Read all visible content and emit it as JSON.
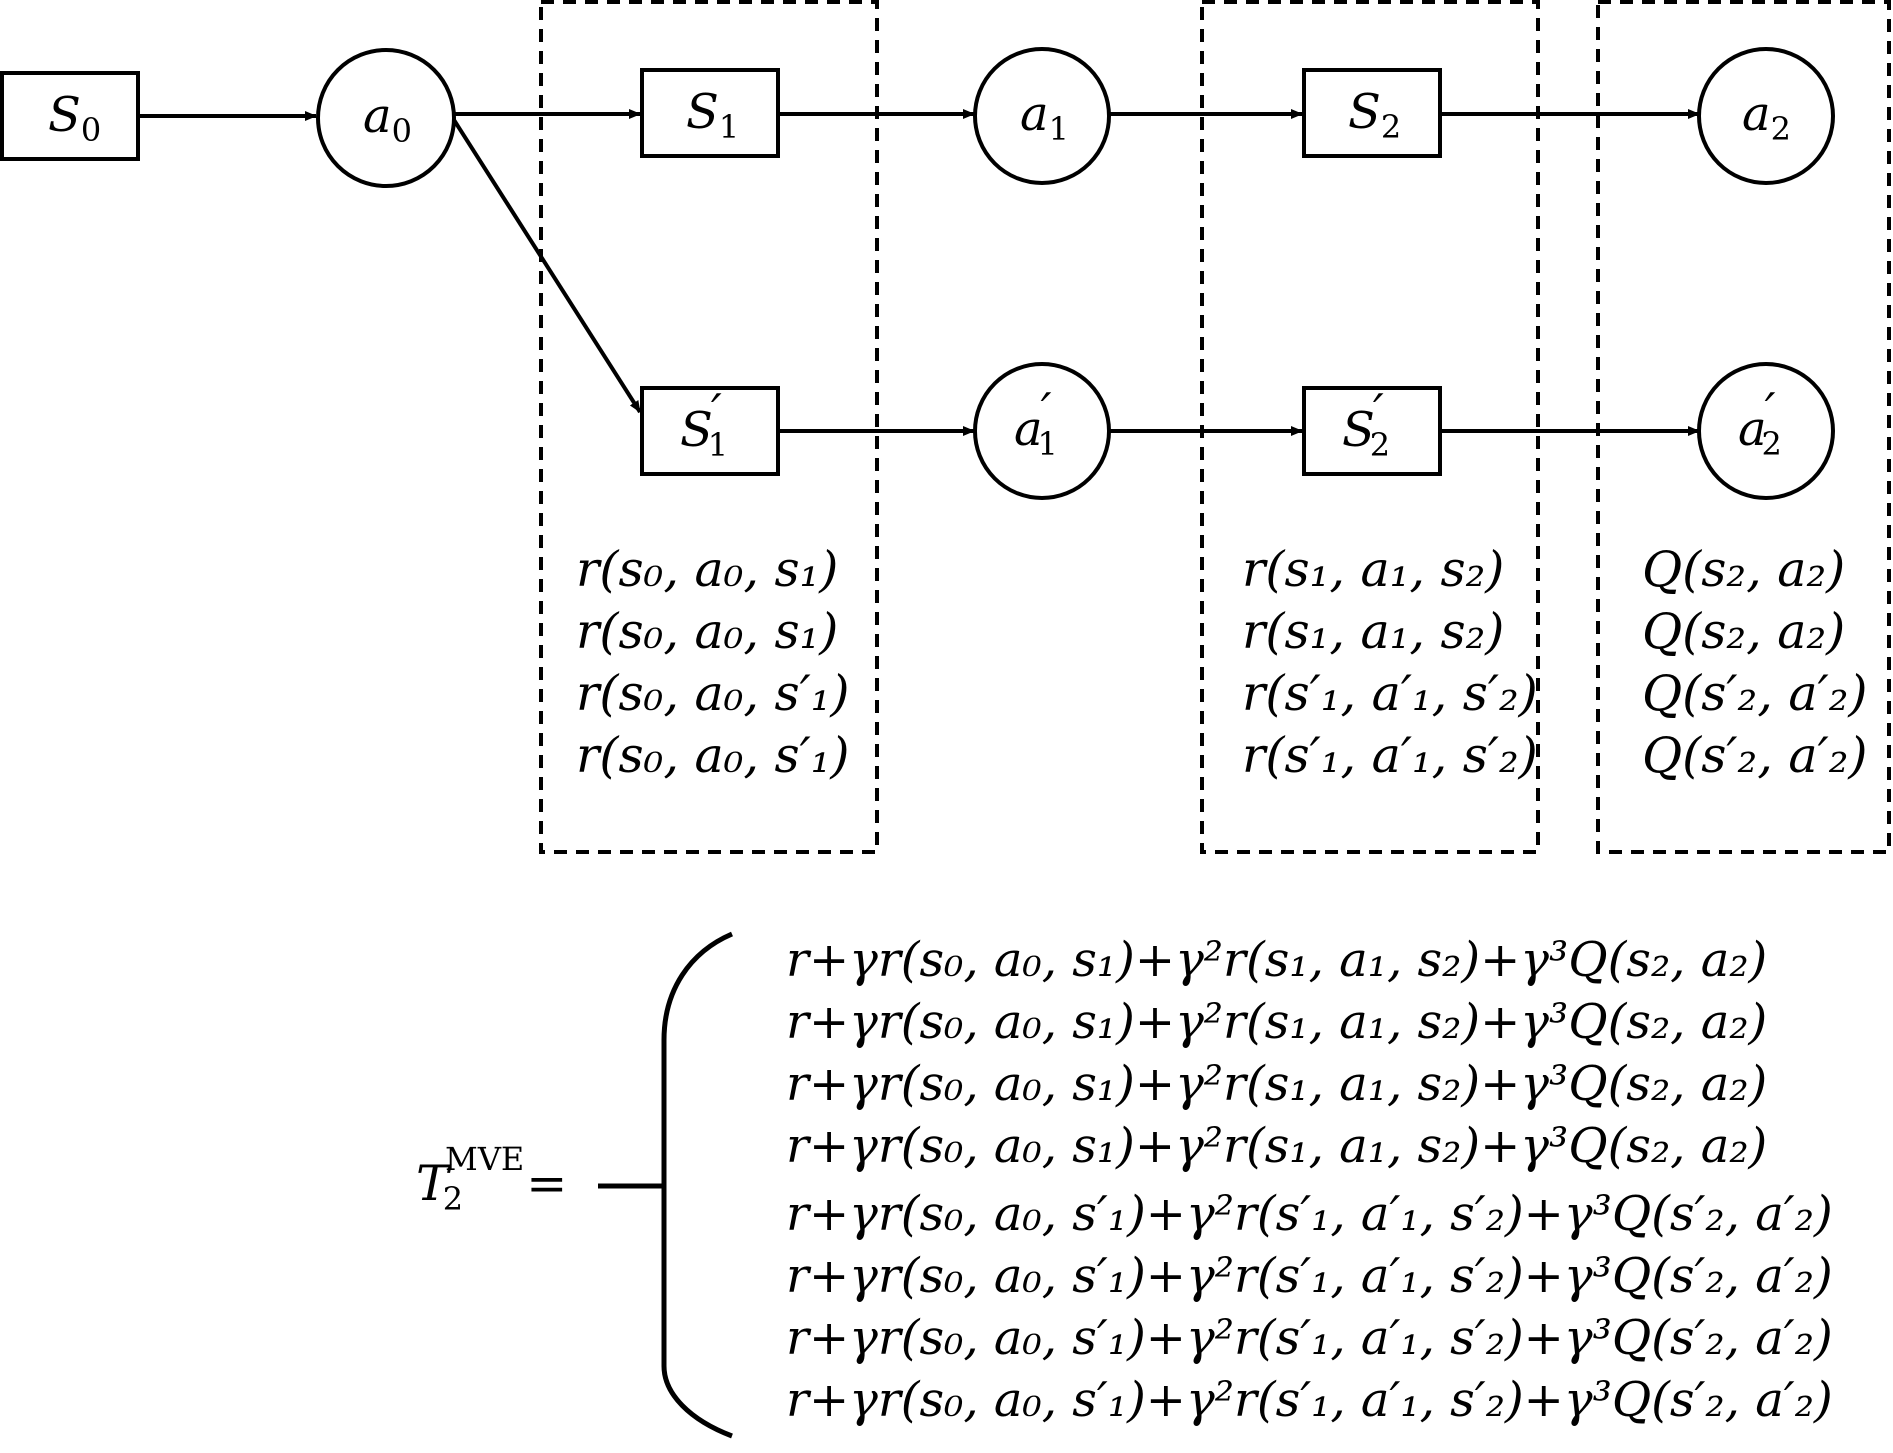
{
  "nodes": {
    "s0": {
      "label": "S",
      "sub": "0",
      "prime": ""
    },
    "a0": {
      "label": "a",
      "sub": "0",
      "prime": ""
    },
    "s1": {
      "label": "S",
      "sub": "1",
      "prime": ""
    },
    "a1": {
      "label": "a",
      "sub": "1",
      "prime": ""
    },
    "s2": {
      "label": "S",
      "sub": "2",
      "prime": ""
    },
    "a2": {
      "label": "a",
      "sub": "2",
      "prime": ""
    },
    "s1p": {
      "label": "S",
      "sub": "1",
      "prime": "′"
    },
    "a1p": {
      "label": "a",
      "sub": "1",
      "prime": "′"
    },
    "s2p": {
      "label": "S",
      "sub": "2",
      "prime": "′"
    },
    "a2p": {
      "label": "a",
      "sub": "2",
      "prime": "′"
    }
  },
  "groups": {
    "rewards_step1": [
      "r(s₀, a₀, s₁)",
      "r(s₀, a₀, s₁)",
      "r(s₀, a₀, s′₁)",
      "r(s₀, a₀, s′₁)"
    ],
    "rewards_step2": [
      "r(s₁, a₁, s₂)",
      "r(s₁, a₁, s₂)",
      "r(s′₁, a′₁, s′₂)",
      "r(s′₁, a′₁, s′₂)"
    ],
    "q_values": [
      "Q(s₂, a₂)",
      "Q(s₂, a₂)",
      "Q(s′₂, a′₂)",
      "Q(s′₂, a′₂)"
    ]
  },
  "formula": {
    "lhs_symbol": "T",
    "lhs_sub": "2",
    "lhs_sup": "MVE",
    "lhs_equals": "=",
    "rows": [
      "r+γr(s₀, a₀, s₁)+γ²r(s₁, a₁, s₂)+γ³Q(s₂, a₂)",
      "r+γr(s₀, a₀, s₁)+γ²r(s₁, a₁, s₂)+γ³Q(s₂, a₂)",
      "r+γr(s₀, a₀, s₁)+γ²r(s₁, a₁, s₂)+γ³Q(s₂, a₂)",
      "r+γr(s₀, a₀, s₁)+γ²r(s₁, a₁, s₂)+γ³Q(s₂, a₂)",
      "r+γr(s₀, a₀, s′₁)+γ²r(s′₁, a′₁, s′₂)+γ³Q(s′₂, a′₂)",
      "r+γr(s₀, a₀, s′₁)+γ²r(s′₁, a′₁, s′₂)+γ³Q(s′₂, a′₂)",
      "r+γr(s₀, a₀, s′₁)+γ²r(s′₁, a′₁, s′₂)+γ³Q(s′₂, a′₂)",
      "r+γr(s₀, a₀, s′₁)+γ²r(s′₁, a′₁, s′₂)+γ³Q(s′₂, a′₂)"
    ]
  },
  "colors": {
    "stroke": "#000000",
    "background": "#ffffff"
  }
}
